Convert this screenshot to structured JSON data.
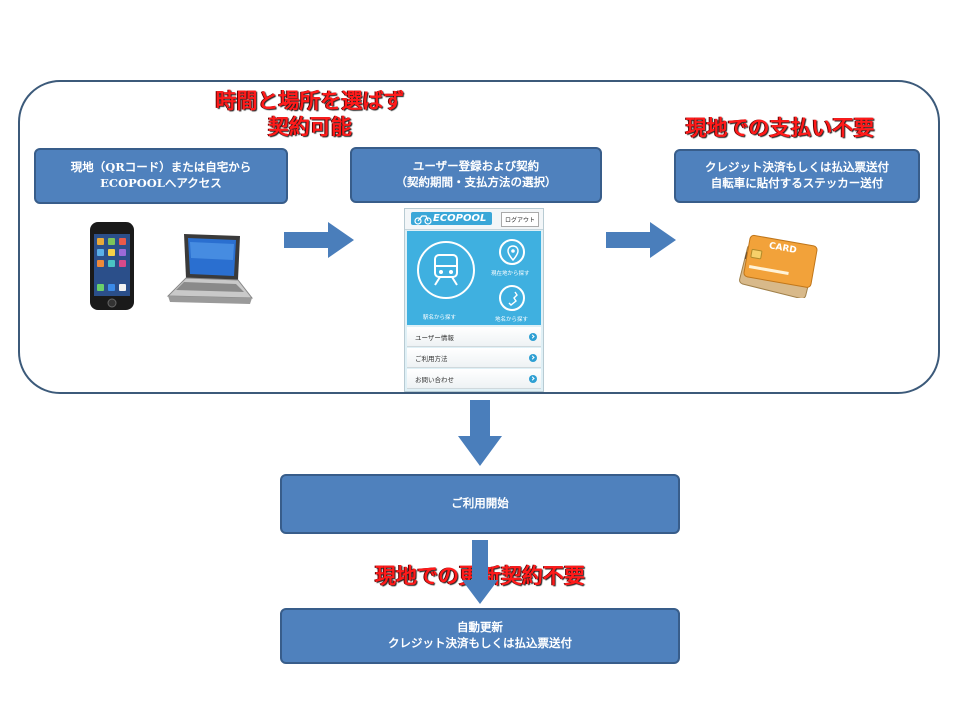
{
  "headline_top": [
    "時間と場所を選ばず",
    "契約可能"
  ],
  "headline_right": "現地での支払い不要",
  "headline_bottom": "現地での更新契約不要",
  "step1": {
    "line1": "現地（QRコード）または自宅から",
    "line2": "ECOPOOLへアクセス"
  },
  "step2": {
    "line1": "ユーザー登録および契約",
    "line2": "（契約期間・支払方法の選択）"
  },
  "step3": {
    "line1": "クレジット決済もしくは払込票送付",
    "line2": "自転車に貼付するステッカー送付"
  },
  "step4": {
    "line1": "ご利用開始"
  },
  "step5": {
    "line1": "自動更新",
    "line2": "クレジット決済もしくは払込票送付"
  },
  "app": {
    "logo": "ECOPOOL",
    "logout": "ログアウト",
    "btn_station": "駅名から探す",
    "btn_current": "現在地から探す",
    "btn_place": "地名から探す",
    "menu": [
      "ユーザー情報",
      "ご利用方法",
      "お問い合わせ"
    ]
  },
  "card_text": "CARD",
  "colors": {
    "box": "#4f81bd",
    "box_border": "#385d8a",
    "arrow": "#4a7ebb",
    "headline": "#ff1a1a",
    "frame": "#3c5a7a"
  }
}
